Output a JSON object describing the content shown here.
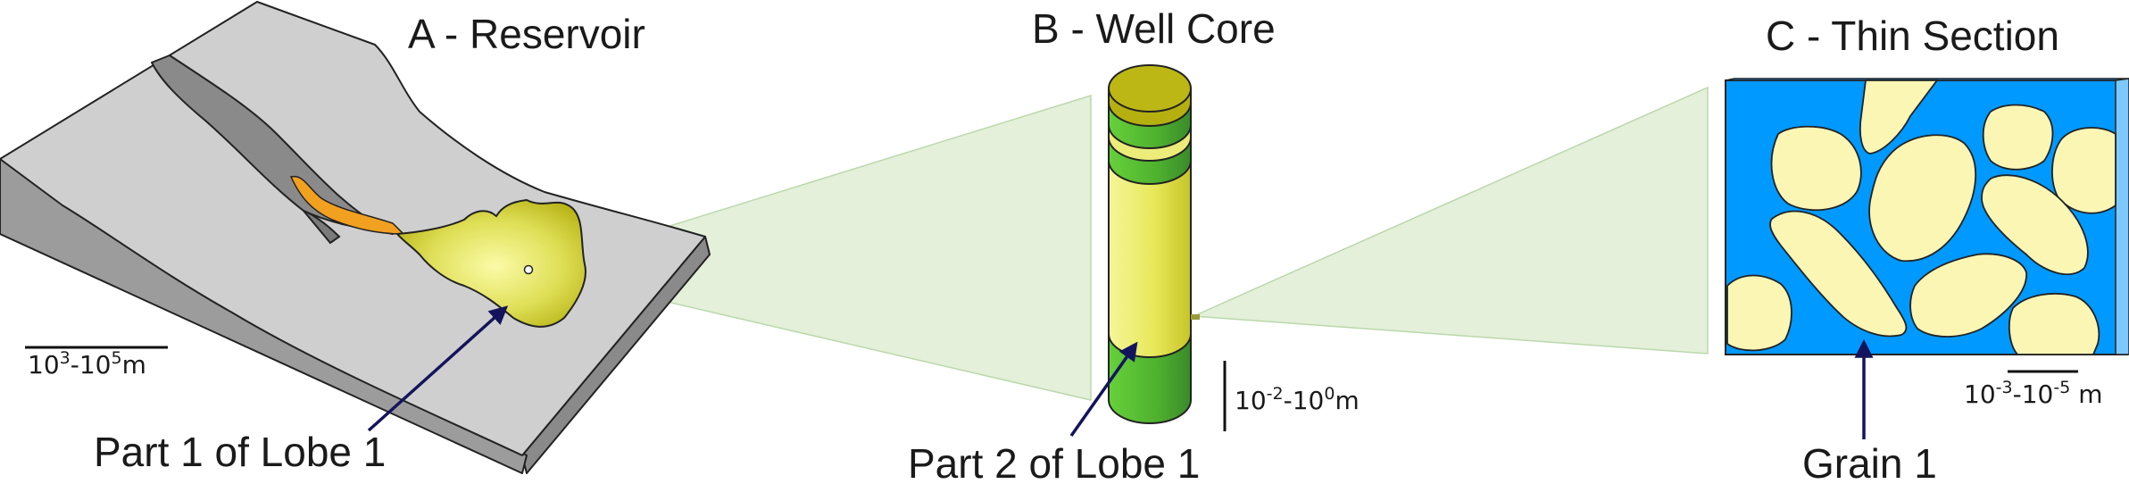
{
  "panels": {
    "reservoir": {
      "title": "A - Reservoir",
      "label": "Part 1 of Lobe 1",
      "scale": {
        "base1": "10",
        "exp1": "3",
        "dash": "-",
        "base2": "10",
        "exp2": "5",
        "unit": "m"
      }
    },
    "core": {
      "title": "B - Well Core",
      "label": "Part 2 of Lobe 1",
      "scale": {
        "base1": "10",
        "exp1": "-2",
        "dash": "-",
        "base2": "10",
        "exp2": "0",
        "unit": "m"
      }
    },
    "thin_section": {
      "title": "C - Thin Section",
      "label": "Grain 1",
      "scale": {
        "base1": "10",
        "exp1": "-3",
        "dash": "-",
        "base2": "10",
        "exp2": "-5",
        "unit": " m"
      }
    }
  },
  "colors": {
    "slab_top": "#cfcfcf",
    "slab_side": "#9a9a9a",
    "lobe": "#d9d44a",
    "channel": "#f2a020",
    "core_green": "#5cc238",
    "core_yellow": "#ecec7a",
    "pore_blue": "#0099ff",
    "grain": "#fbf6b4",
    "arrow": "#14145c",
    "projection": "#e3f0d8"
  }
}
